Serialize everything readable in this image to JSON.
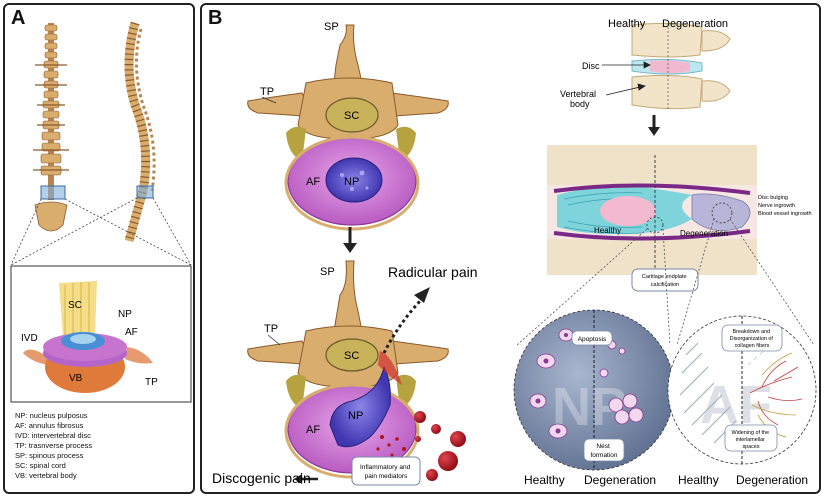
{
  "panel_a": {
    "label": "A",
    "callouts": {
      "sc": "SC",
      "np": "NP",
      "af": "AF",
      "ivd": "IVD",
      "vb": "VB",
      "tp": "TP"
    },
    "legend": [
      "NP: nucleus pulposus",
      "AF: annulus fibrosus",
      "IVD: intervertebral disc",
      "TP: trasnverse process",
      "SP: spinous process",
      "SC: spinal cord",
      "VB: vertebral body"
    ]
  },
  "panel_b": {
    "label": "B",
    "top_vertebra": {
      "sp": "SP",
      "tp": "TP",
      "sc": "SC",
      "af": "AF",
      "np": "NP"
    },
    "bottom_vertebra": {
      "sp": "SP",
      "tp": "TP",
      "sc": "SC",
      "af": "AF",
      "np": "NP"
    },
    "radicular_pain": "Radicular pain",
    "discogenic_pain": "Discogenic pain",
    "mediators_box": "Inflammatory and pain mediators",
    "spine_segment": {
      "healthy": "Healthy",
      "degeneration": "Degeneration",
      "disc": "Disc",
      "vertebral_body": "Vertebral body"
    },
    "disc_section": {
      "healthy": "Healthy",
      "degeneration": "Degeneration",
      "bulging": [
        "Disc bulging",
        "Nerve ingrowth",
        "Blood vessel ingrowth"
      ],
      "endplate": "Cartilage endplate calcification"
    },
    "np_circle": {
      "watermark": "NP",
      "apoptosis": "Apoptosis",
      "nest": "Nest formation",
      "healthy": "Healthy",
      "degeneration": "Degeneration"
    },
    "af_circle": {
      "watermark": "AF",
      "breakdown": "Breakdown and Disorganization of collagen fibers",
      "widening": "Widening of the interlamellar spaces",
      "healthy": "Healthy",
      "degeneration": "Degeneration"
    }
  },
  "colors": {
    "bone": "#d8ad6e",
    "bone_dark": "#8b5a2b",
    "nucleus": "#5a52c8",
    "annulus": "#c774cf",
    "cord": "#c8b25a",
    "blood": "#b0121c",
    "disc_cyan": "#7fd4dc"
  }
}
